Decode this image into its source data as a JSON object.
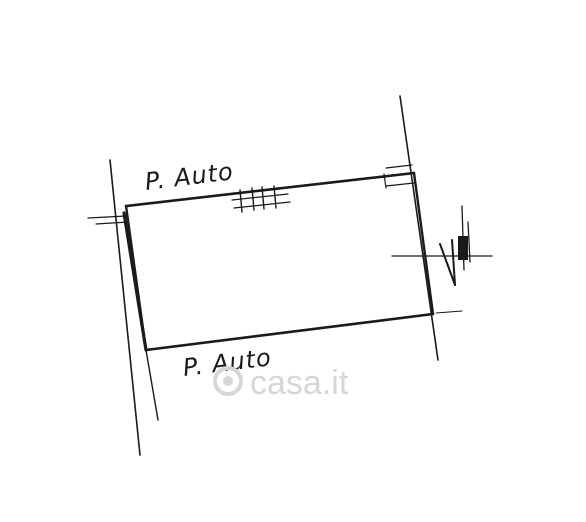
{
  "labels": {
    "top": "P. Auto",
    "bottom": "P. Auto"
  },
  "watermark": {
    "text": "casa.it"
  },
  "colors": {
    "ink": "#1a1a1a",
    "watermark": "#d6d6d6",
    "background": "#ffffff"
  },
  "icons": {
    "north_arrow": "north-arrow-icon",
    "watermark_logo": "casa-logo-icon"
  }
}
